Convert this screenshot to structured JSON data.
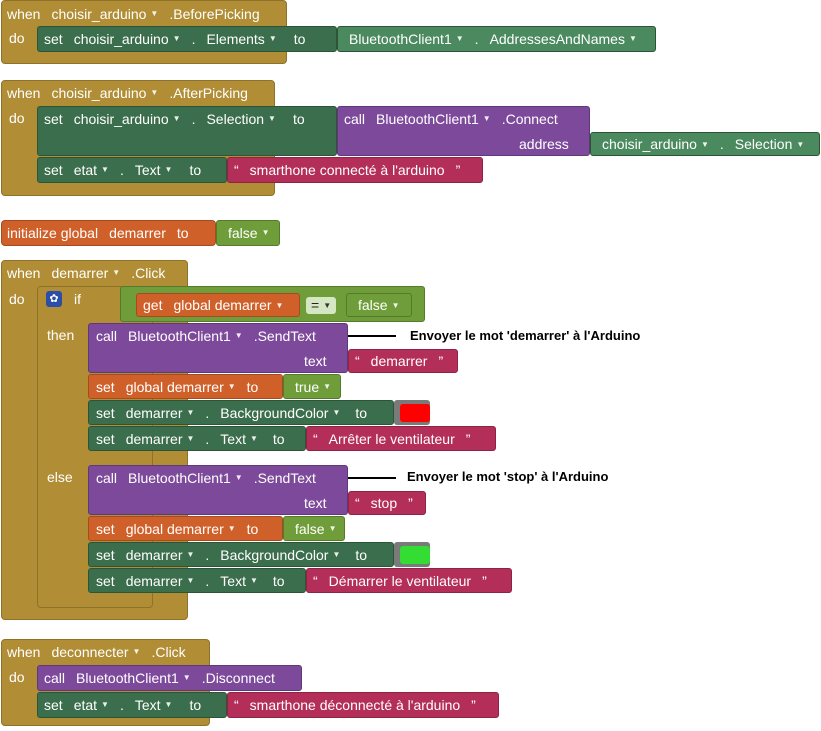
{
  "b1": {
    "when": "when",
    "component": "choisir_arduino",
    "event": ".BeforePicking",
    "do": "do",
    "set": "set",
    "setcomp": "choisir_arduino",
    "prop": "Elements",
    "to": "to",
    "src": "BluetoothClient1",
    "srcprop": "AddressesAndNames"
  },
  "b2": {
    "when": "when",
    "component": "choisir_arduino",
    "event": ".AfterPicking",
    "do": "do",
    "set1": "set",
    "comp1": "choisir_arduino",
    "prop1": "Selection",
    "to1": "to",
    "call": "call",
    "callcomp": "BluetoothClient1",
    "method": ".Connect",
    "arg": "address",
    "argcomp": "choisir_arduino",
    "argprop": "Selection",
    "set2": "set",
    "comp2": "etat",
    "prop2": "Text",
    "to2": "to",
    "text": "smarthone connecté à l'arduino"
  },
  "g": {
    "init": "initialize global",
    "name": "demarrer",
    "to": "to",
    "value": "false"
  },
  "b3": {
    "when": "when",
    "component": "demarrer",
    "event": ".Click",
    "do": "do",
    "if": "if",
    "get": "get",
    "getvar": "global demarrer",
    "op": "=",
    "cmp": "false",
    "then": "then",
    "else": "else",
    "then_call": "call",
    "then_comp": "BluetoothClient1",
    "then_method": ".SendText",
    "then_arg": "text",
    "then_text": "demarrer",
    "then_set": "set",
    "then_var": "global demarrer",
    "then_to": "to",
    "then_val": "true",
    "then_bgset": "set",
    "then_bgcomp": "demarrer",
    "then_bgprop": "BackgroundColor",
    "then_bgto": "to",
    "then_txset": "set",
    "then_txcomp": "demarrer",
    "then_txprop": "Text",
    "then_txto": "to",
    "then_txval": "Arrêter le ventilateur",
    "else_call": "call",
    "else_comp": "BluetoothClient1",
    "else_method": ".SendText",
    "else_arg": "text",
    "else_text": "stop",
    "else_set": "set",
    "else_var": "global demarrer",
    "else_to": "to",
    "else_val": "false",
    "else_bgset": "set",
    "else_bgcomp": "demarrer",
    "else_bgprop": "BackgroundColor",
    "else_bgto": "to",
    "else_txset": "set",
    "else_txcomp": "demarrer",
    "else_txprop": "Text",
    "else_txto": "to",
    "else_txval": "Démarrer le ventilateur",
    "note1": "Envoyer le mot 'demarrer' à l'Arduino",
    "note2": "Envoyer le mot 'stop' à l'Arduino"
  },
  "b4": {
    "when": "when",
    "component": "deconnecter",
    "event": ".Click",
    "do": "do",
    "call": "call",
    "callcomp": "BluetoothClient1",
    "method": ".Disconnect",
    "set": "set",
    "comp": "etat",
    "prop": "Text",
    "to": "to",
    "text": "smarthone déconnecté à l'arduino"
  },
  "colors": {
    "red": "#ff0000",
    "green": "#33dd33",
    "event": "#b18e35",
    "setter": "#3b6e4c",
    "call": "#7d4a9b",
    "text": "#b32e58",
    "logic": "#6f9d3a",
    "variable": "#d0602a"
  }
}
